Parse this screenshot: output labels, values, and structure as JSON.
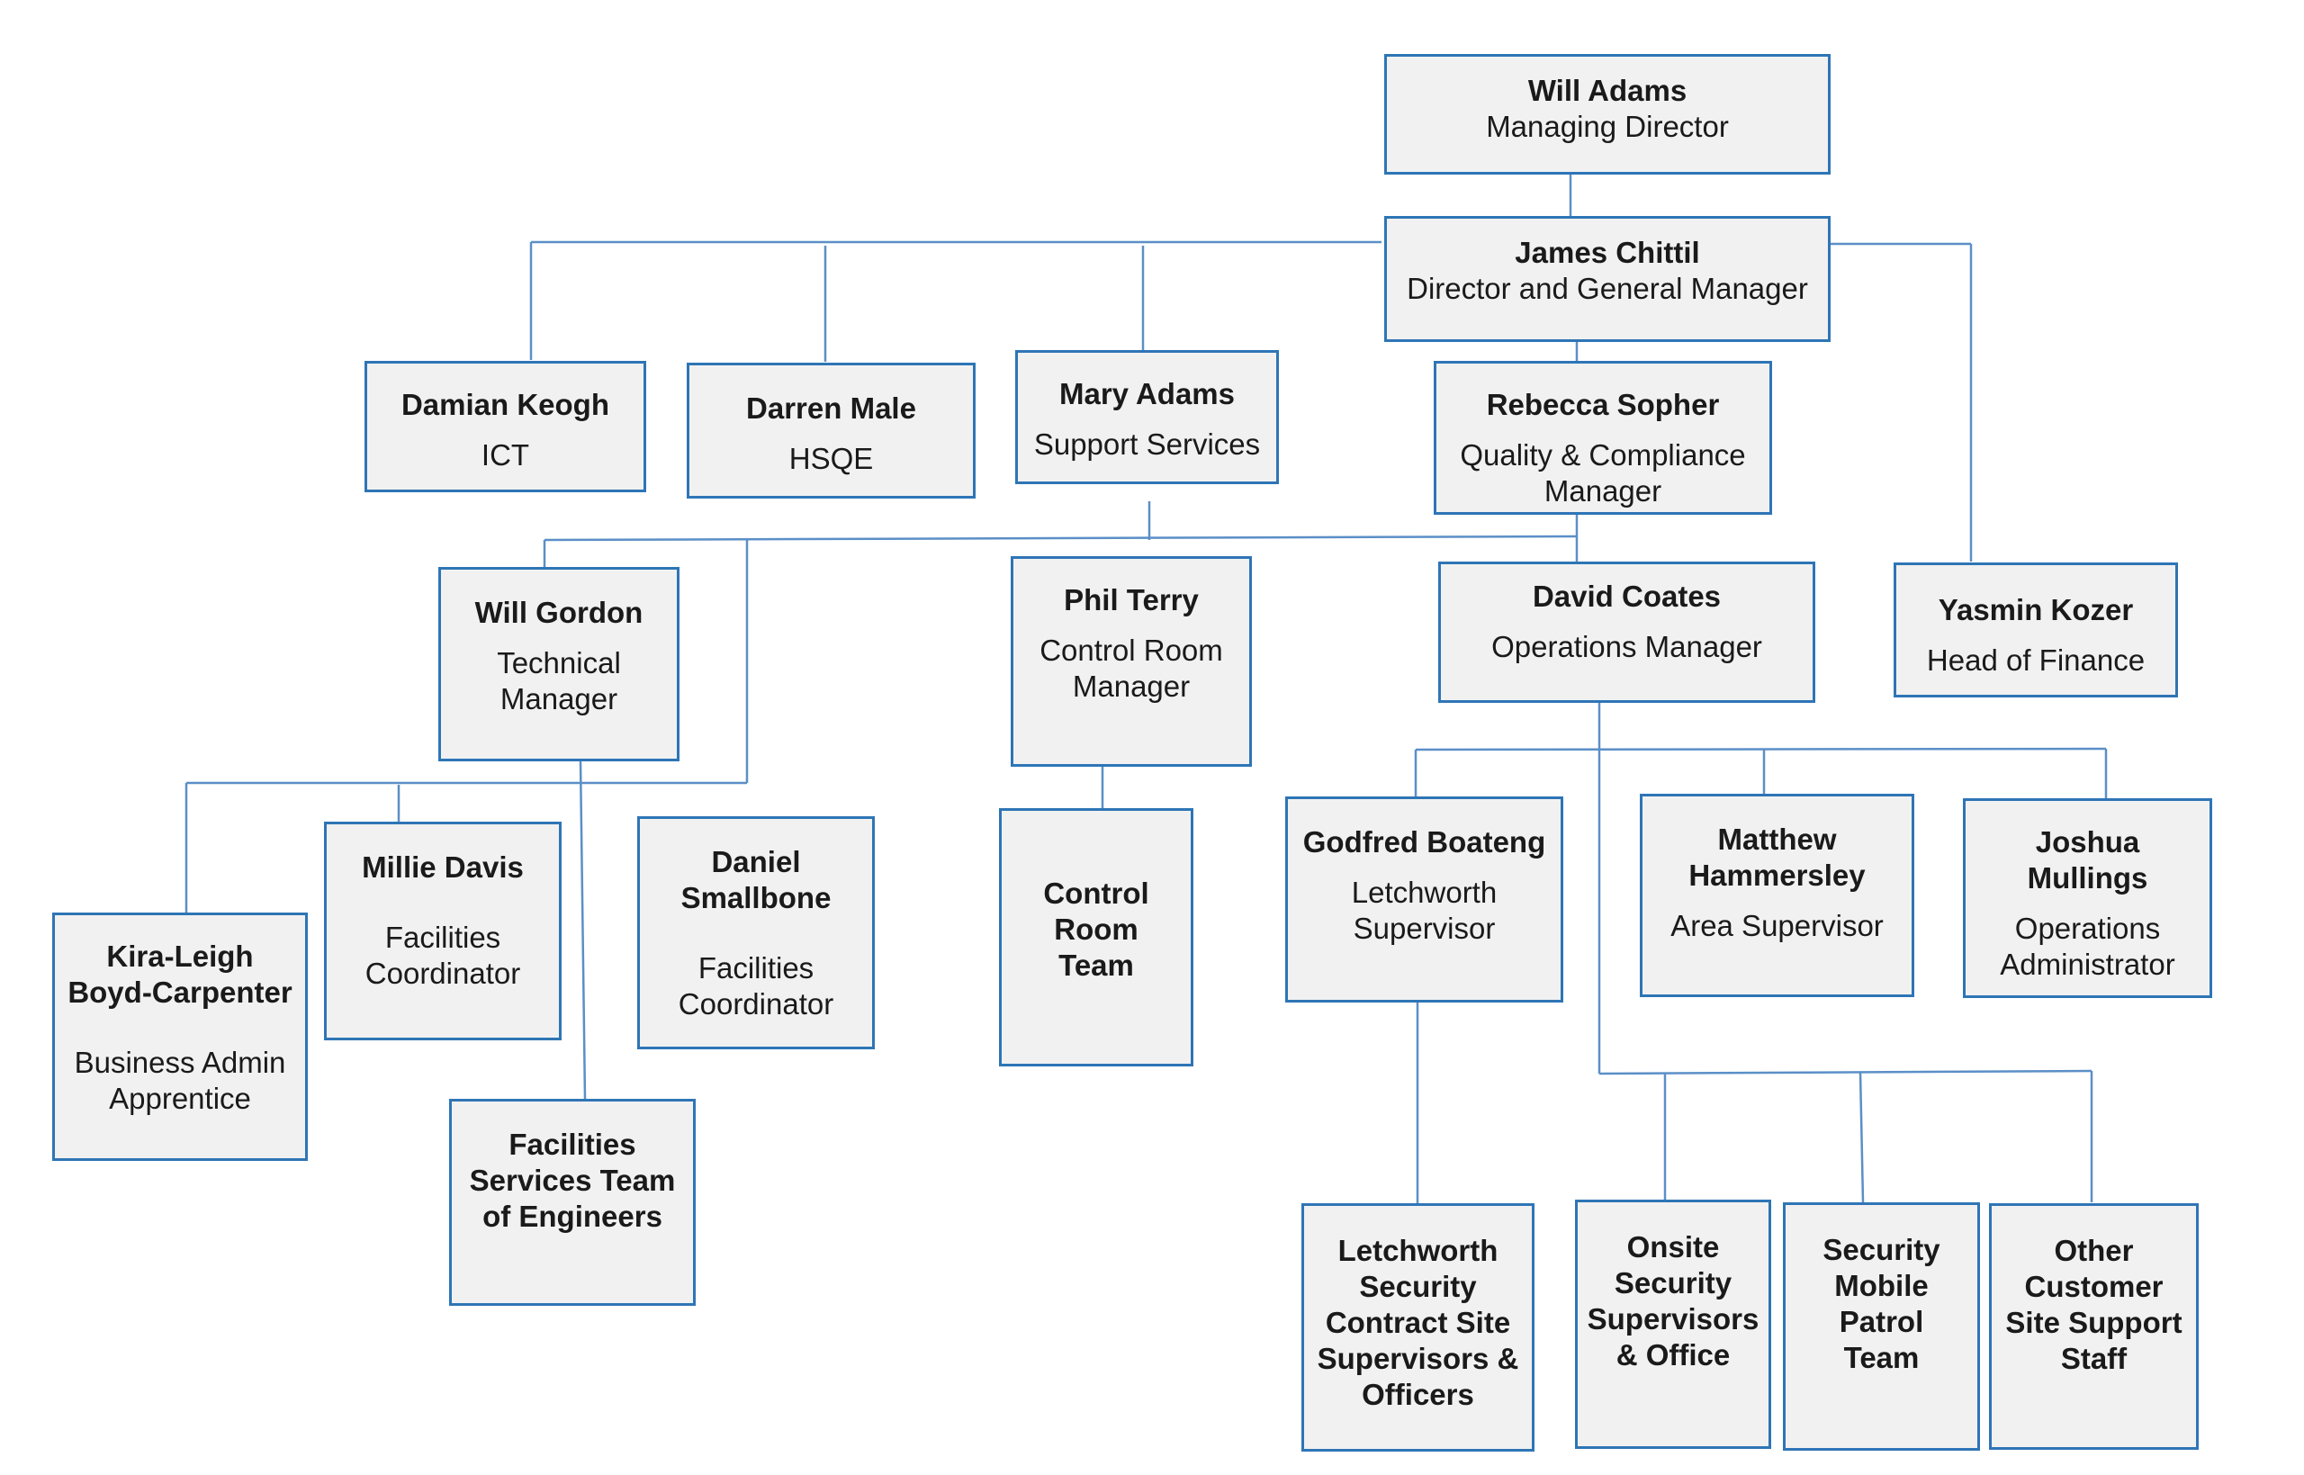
{
  "nodes": {
    "will_adams": {
      "name": "Will Adams",
      "role": "Managing Director"
    },
    "james_chittil": {
      "name": "James Chittil",
      "role": "Director and General Manager"
    },
    "damian_keogh": {
      "name": "Damian Keogh",
      "role": "ICT"
    },
    "darren_male": {
      "name": "Darren Male",
      "role": "HSQE"
    },
    "mary_adams": {
      "name": "Mary Adams",
      "role": "Support Services"
    },
    "rebecca_sopher": {
      "name": "Rebecca Sopher",
      "role": "Quality & Compliance\nManager"
    },
    "will_gordon": {
      "name": "Will Gordon",
      "role": "Technical\nManager"
    },
    "phil_terry": {
      "name": "Phil Terry",
      "role": "Control Room\nManager"
    },
    "david_coates": {
      "name": "David Coates",
      "role": "Operations Manager"
    },
    "yasmin_kozer": {
      "name": "Yasmin Kozer",
      "role": "Head of Finance"
    },
    "kira_leigh": {
      "name": "Kira-Leigh\nBoyd-Carpenter",
      "role": "Business Admin\nApprentice"
    },
    "millie_davis": {
      "name": "Millie Davis",
      "role": "Facilities\nCoordinator"
    },
    "daniel_smallbone": {
      "name": "Daniel\nSmallbone",
      "role": "Facilities\nCoordinator"
    },
    "control_room_team": {
      "name": "Control\nRoom\nTeam"
    },
    "godfred_boateng": {
      "name": "Godfred Boateng",
      "role": "Letchworth\nSupervisor"
    },
    "matthew_hammersley": {
      "name": "Matthew\nHammersley",
      "role": "Area Supervisor"
    },
    "joshua_mullings": {
      "name": "Joshua\nMullings",
      "role": "Operations\nAdministrator"
    },
    "facilities_team": {
      "name": "Facilities\nServices Team\nof Engineers"
    },
    "letchworth_security": {
      "name": "Letchworth\nSecurity\nContract Site\nSupervisors &\nOfficers"
    },
    "onsite_security": {
      "name": "Onsite\nSecurity\nSupervisors\n& Office"
    },
    "mobile_patrol": {
      "name": "Security\nMobile\nPatrol\nTeam"
    },
    "other_staff": {
      "name": "Other\nCustomer\nSite Support\nStaff"
    }
  },
  "colors": {
    "box_border": "#2e75b6",
    "box_fill": "#f1f1f1",
    "connector": "#5b8fc7"
  }
}
